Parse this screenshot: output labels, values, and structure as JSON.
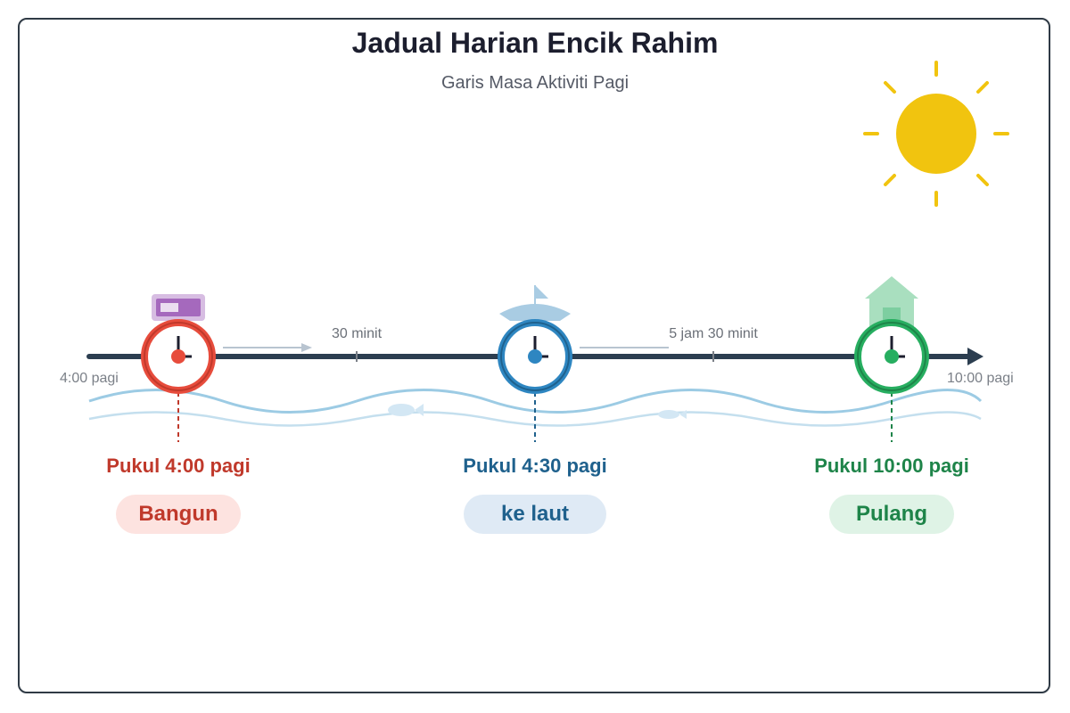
{
  "title": "Jadual Harian Encik Rahim",
  "subtitle": "Garis Masa Aktiviti Pagi",
  "axis": {
    "start_label": "4:00 pagi",
    "end_label": "10:00 pagi"
  },
  "durations": [
    {
      "label": "30 minit"
    },
    {
      "label": "5 jam 30 minit"
    }
  ],
  "events": [
    {
      "time": "Pukul 4:00 pagi",
      "activity": "Bangun",
      "color": "#c0392b",
      "ring": "#e74c3c",
      "pill_bg": "#fde3e0",
      "icon": "alarm-icon"
    },
    {
      "time": "Pukul 4:30 pagi",
      "activity": "ke laut",
      "color": "#1f618d",
      "ring": "#2e86c1",
      "pill_bg": "#dfeaf5",
      "icon": "boat-icon"
    },
    {
      "time": "Pukul 10:00 pagi",
      "activity": "Pulang",
      "color": "#1e8449",
      "ring": "#27ae60",
      "pill_bg": "#dff3e6",
      "icon": "house-icon"
    }
  ],
  "colors": {
    "sun": "#f1c40f",
    "axis": "#2c3e50",
    "water": "#9ccbe4"
  }
}
